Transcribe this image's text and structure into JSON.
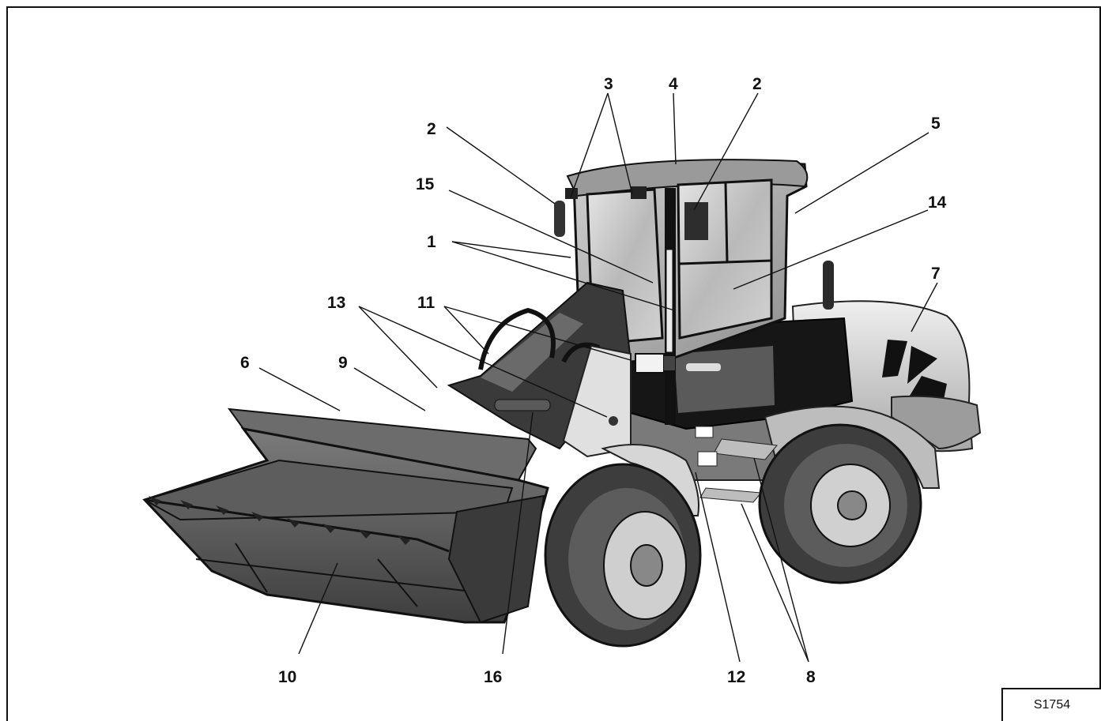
{
  "figure": {
    "id_label": "S1754",
    "callouts": [
      "1",
      "2",
      "3",
      "4",
      "5",
      "6",
      "7",
      "8",
      "9",
      "10",
      "11",
      "12",
      "13",
      "14",
      "15",
      "16"
    ]
  }
}
